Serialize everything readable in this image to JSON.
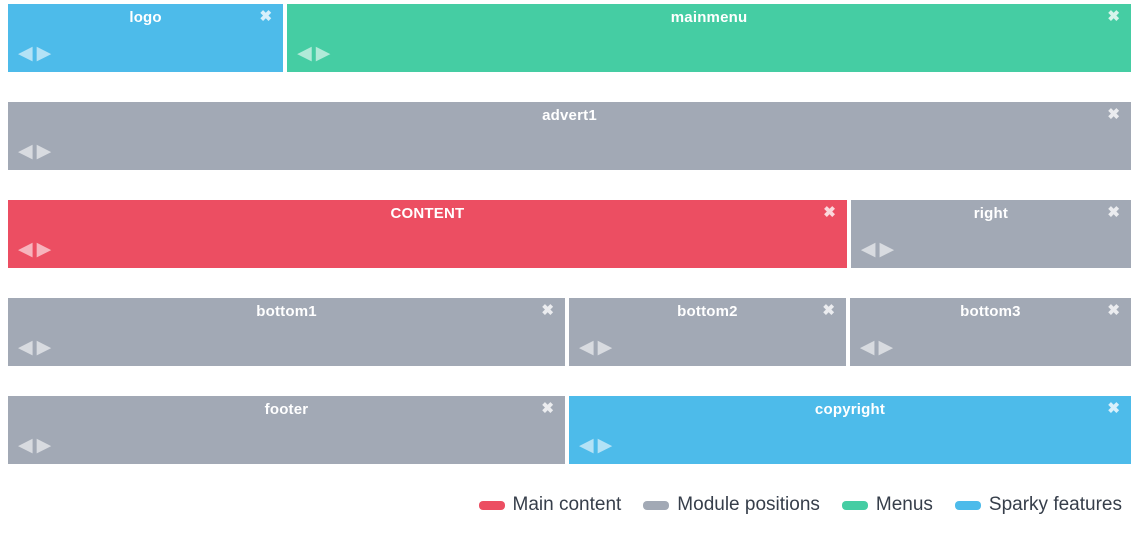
{
  "colors": {
    "main_content": "#ec4e62",
    "module_positions": "#a2a9b5",
    "menus": "#45cda3",
    "sparky_features": "#4dbbea",
    "block_text": "#ffffff",
    "legend_text": "#363e4a"
  },
  "controls": {
    "close_icon": "✖",
    "move_left_icon": "◀",
    "move_right_icon": "▶"
  },
  "layout": {
    "rows": [
      {
        "blocks": [
          {
            "label": "logo",
            "type": "sparky_features"
          },
          {
            "label": "mainmenu",
            "type": "menus"
          }
        ]
      },
      {
        "blocks": [
          {
            "label": "advert1",
            "type": "module_positions"
          }
        ]
      },
      {
        "blocks": [
          {
            "label": "CONTENT",
            "type": "main_content"
          },
          {
            "label": "right",
            "type": "module_positions"
          }
        ]
      },
      {
        "blocks": [
          {
            "label": "bottom1",
            "type": "module_positions"
          },
          {
            "label": "bottom2",
            "type": "module_positions"
          },
          {
            "label": "bottom3",
            "type": "module_positions"
          }
        ]
      },
      {
        "blocks": [
          {
            "label": "footer",
            "type": "module_positions"
          },
          {
            "label": "copyright",
            "type": "sparky_features"
          }
        ]
      }
    ]
  },
  "legend": {
    "items": [
      {
        "label": "Main content",
        "color_key": "main_content"
      },
      {
        "label": "Module positions",
        "color_key": "module_positions"
      },
      {
        "label": "Menus",
        "color_key": "menus"
      },
      {
        "label": "Sparky features",
        "color_key": "sparky_features"
      }
    ]
  }
}
